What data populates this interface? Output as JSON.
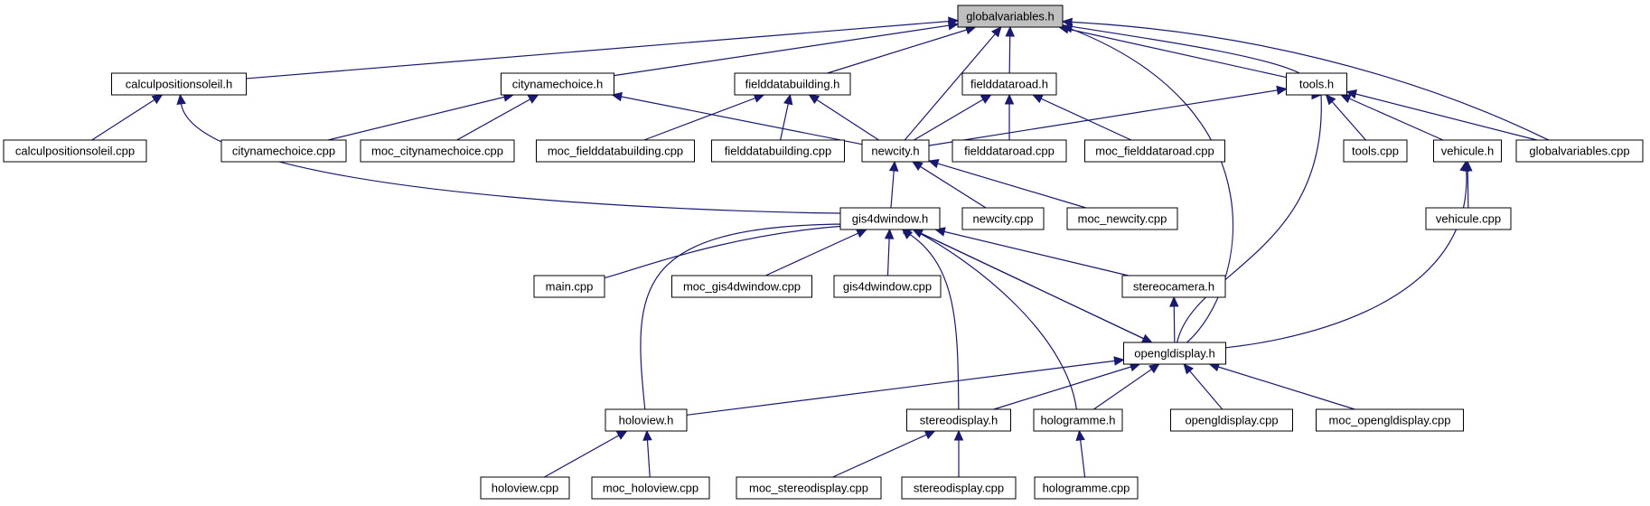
{
  "graph": {
    "nodes": [
      {
        "id": "globalvariables_h",
        "label": "globalvariables.h",
        "root": true
      },
      {
        "id": "calculpositionsoleil_h",
        "label": "calculpositionsoleil.h"
      },
      {
        "id": "citynamechoice_h",
        "label": "citynamechoice.h"
      },
      {
        "id": "fielddatabuilding_h",
        "label": "fielddatabuilding.h"
      },
      {
        "id": "fielddataroad_h",
        "label": "fielddataroad.h"
      },
      {
        "id": "tools_h",
        "label": "tools.h"
      },
      {
        "id": "calculpositionsoleil_cpp",
        "label": "calculpositionsoleil.cpp"
      },
      {
        "id": "citynamechoice_cpp",
        "label": "citynamechoice.cpp"
      },
      {
        "id": "moc_citynamechoice_cpp",
        "label": "moc_citynamechoice.cpp"
      },
      {
        "id": "moc_fielddatabuilding_cpp",
        "label": "moc_fielddatabuilding.cpp"
      },
      {
        "id": "fielddatabuilding_cpp",
        "label": "fielddatabuilding.cpp"
      },
      {
        "id": "newcity_h",
        "label": "newcity.h"
      },
      {
        "id": "fielddataroad_cpp",
        "label": "fielddataroad.cpp"
      },
      {
        "id": "moc_fielddataroad_cpp",
        "label": "moc_fielddataroad.cpp"
      },
      {
        "id": "tools_cpp",
        "label": "tools.cpp"
      },
      {
        "id": "vehicule_h",
        "label": "vehicule.h"
      },
      {
        "id": "globalvariables_cpp",
        "label": "globalvariables.cpp"
      },
      {
        "id": "gis4dwindow_h",
        "label": "gis4dwindow.h"
      },
      {
        "id": "newcity_cpp",
        "label": "newcity.cpp"
      },
      {
        "id": "moc_newcity_cpp",
        "label": "moc_newcity.cpp"
      },
      {
        "id": "vehicule_cpp",
        "label": "vehicule.cpp"
      },
      {
        "id": "main_cpp",
        "label": "main.cpp"
      },
      {
        "id": "moc_gis4dwindow_cpp",
        "label": "moc_gis4dwindow.cpp"
      },
      {
        "id": "gis4dwindow_cpp",
        "label": "gis4dwindow.cpp"
      },
      {
        "id": "stereocamera_h",
        "label": "stereocamera.h"
      },
      {
        "id": "opengldisplay_h",
        "label": "opengldisplay.h"
      },
      {
        "id": "holoview_h",
        "label": "holoview.h"
      },
      {
        "id": "stereodisplay_h",
        "label": "stereodisplay.h"
      },
      {
        "id": "hologramme_h",
        "label": "hologramme.h"
      },
      {
        "id": "opengldisplay_cpp",
        "label": "opengldisplay.cpp"
      },
      {
        "id": "moc_opengldisplay_cpp",
        "label": "moc_opengldisplay.cpp"
      },
      {
        "id": "holoview_cpp",
        "label": "holoview.cpp"
      },
      {
        "id": "moc_holoview_cpp",
        "label": "moc_holoview.cpp"
      },
      {
        "id": "moc_stereodisplay_cpp",
        "label": "moc_stereodisplay.cpp"
      },
      {
        "id": "stereodisplay_cpp",
        "label": "stereodisplay.cpp"
      },
      {
        "id": "hologramme_cpp",
        "label": "hologramme.cpp"
      }
    ],
    "edges": [
      {
        "from": "calculpositionsoleil_h",
        "to": "globalvariables_h"
      },
      {
        "from": "citynamechoice_h",
        "to": "globalvariables_h"
      },
      {
        "from": "fielddatabuilding_h",
        "to": "globalvariables_h"
      },
      {
        "from": "fielddataroad_h",
        "to": "globalvariables_h"
      },
      {
        "from": "newcity_h",
        "to": "globalvariables_h"
      },
      {
        "from": "tools_h",
        "to": "globalvariables_h"
      },
      {
        "from": "globalvariables_cpp",
        "to": "globalvariables_h"
      },
      {
        "from": "opengldisplay_h",
        "to": "globalvariables_h"
      },
      {
        "from": "calculpositionsoleil_cpp",
        "to": "calculpositionsoleil_h"
      },
      {
        "from": "gis4dwindow_h",
        "to": "calculpositionsoleil_h"
      },
      {
        "from": "citynamechoice_cpp",
        "to": "citynamechoice_h"
      },
      {
        "from": "moc_citynamechoice_cpp",
        "to": "citynamechoice_h"
      },
      {
        "from": "newcity_h",
        "to": "citynamechoice_h"
      },
      {
        "from": "moc_fielddatabuilding_cpp",
        "to": "fielddatabuilding_h"
      },
      {
        "from": "fielddatabuilding_cpp",
        "to": "fielddatabuilding_h"
      },
      {
        "from": "newcity_h",
        "to": "fielddatabuilding_h"
      },
      {
        "from": "newcity_h",
        "to": "fielddataroad_h"
      },
      {
        "from": "fielddataroad_cpp",
        "to": "fielddataroad_h"
      },
      {
        "from": "moc_fielddataroad_cpp",
        "to": "fielddataroad_h"
      },
      {
        "from": "globalvariables_h",
        "to": "tools_h"
      },
      {
        "from": "newcity_h",
        "to": "tools_h"
      },
      {
        "from": "tools_cpp",
        "to": "tools_h"
      },
      {
        "from": "vehicule_h",
        "to": "tools_h"
      },
      {
        "from": "globalvariables_cpp",
        "to": "tools_h"
      },
      {
        "from": "opengldisplay_h",
        "to": "tools_h"
      },
      {
        "from": "gis4dwindow_h",
        "to": "newcity_h"
      },
      {
        "from": "newcity_cpp",
        "to": "newcity_h"
      },
      {
        "from": "moc_newcity_cpp",
        "to": "newcity_h"
      },
      {
        "from": "vehicule_cpp",
        "to": "vehicule_h"
      },
      {
        "from": "opengldisplay_h",
        "to": "vehicule_h"
      },
      {
        "from": "main_cpp",
        "to": "gis4dwindow_h"
      },
      {
        "from": "moc_gis4dwindow_cpp",
        "to": "gis4dwindow_h"
      },
      {
        "from": "gis4dwindow_cpp",
        "to": "gis4dwindow_h"
      },
      {
        "from": "stereocamera_h",
        "to": "gis4dwindow_h"
      },
      {
        "from": "opengldisplay_h",
        "to": "gis4dwindow_h"
      },
      {
        "from": "holoview_h",
        "to": "gis4dwindow_h"
      },
      {
        "from": "stereodisplay_h",
        "to": "gis4dwindow_h"
      },
      {
        "from": "hologramme_h",
        "to": "gis4dwindow_h"
      },
      {
        "from": "gis4dwindow_h",
        "to": "opengldisplay_h"
      },
      {
        "from": "opengldisplay_h",
        "to": "stereocamera_h"
      },
      {
        "from": "holoview_h",
        "to": "opengldisplay_h"
      },
      {
        "from": "stereodisplay_h",
        "to": "opengldisplay_h"
      },
      {
        "from": "hologramme_h",
        "to": "opengldisplay_h"
      },
      {
        "from": "opengldisplay_cpp",
        "to": "opengldisplay_h"
      },
      {
        "from": "moc_opengldisplay_cpp",
        "to": "opengldisplay_h"
      },
      {
        "from": "holoview_cpp",
        "to": "holoview_h"
      },
      {
        "from": "moc_holoview_cpp",
        "to": "holoview_h"
      },
      {
        "from": "moc_stereodisplay_cpp",
        "to": "stereodisplay_h"
      },
      {
        "from": "stereodisplay_cpp",
        "to": "stereodisplay_h"
      },
      {
        "from": "hologramme_cpp",
        "to": "hologramme_h"
      }
    ]
  }
}
